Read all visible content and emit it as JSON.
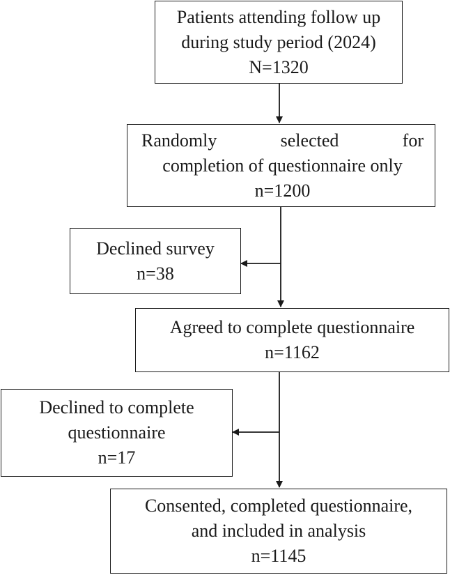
{
  "boxes": {
    "patients": {
      "line1": "Patients attending follow up",
      "line2": "during study period (2024)",
      "count": "N=1320"
    },
    "randomly_selected": {
      "word1": "Randomly",
      "word2": "selected",
      "word3": "for",
      "line2": "completion of questionnaire only",
      "count": "n=1200"
    },
    "declined_survey": {
      "line1": "Declined survey",
      "count": "n=38"
    },
    "agreed": {
      "line1": "Agreed to complete questionnaire",
      "count": "n=1162"
    },
    "declined_complete": {
      "line1": "Declined to complete",
      "line2": "questionnaire",
      "count": "n=17"
    },
    "included": {
      "line1": "Consented, completed questionnaire,",
      "line2": "and included in analysis",
      "count": "n=1145"
    }
  }
}
